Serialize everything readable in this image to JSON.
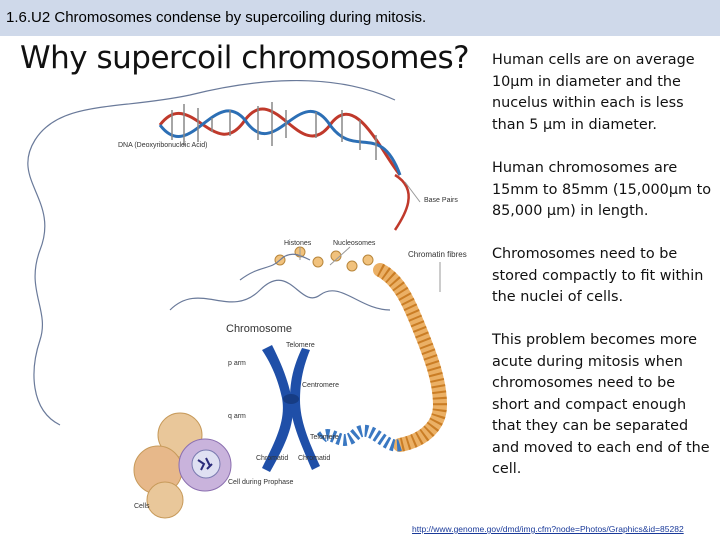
{
  "header": {
    "text": "1.6.U2 Chromosomes condense by supercoiling during mitosis."
  },
  "title": "Why supercoil chromosomes?",
  "paragraphs": [
    "Human cells are on average 10μm in diameter and the nucelus within each is less than 5 μm in diameter.",
    "Human chromosomes are 15mm to 85mm (15,000μm to 85,000 μm) in length.",
    "Chromosomes need to be stored compactly to fit within the nuclei of cells.",
    "This problem becomes more acute during mitosis when chromosomes need to be short and compact enough that they can be separated and moved to each end of the cell."
  ],
  "diagram_labels": {
    "dna": "DNA (Deoxyribonucleic Acid)",
    "base_pairs": "Base Pairs",
    "histones": "Histones",
    "nucleosomes": "Nucleosomes",
    "chromatin_fibres": "Chromatin fibres",
    "chromosome": "Chromosome",
    "telomere_top": "Telomere",
    "p_arm": "p arm",
    "centromere": "Centromere",
    "q_arm": "q arm",
    "telomere_bottom": "Telomere",
    "chromatid_left": "Chromatid",
    "chromatid_right": "Chromatid",
    "cell_prophase": "Cell during Prophase",
    "cells": "Cells"
  },
  "source_link": "http://www.genome.gov/dmd/img.cfm?node=Photos/Graphics&id=85282",
  "colors": {
    "header_bg": "#cfd9ea",
    "dna_red": "#c0392b",
    "dna_blue": "#2c6fb5",
    "chromosome_blue": "#1f4fa8",
    "chromatin_orange": "#e8a24a",
    "link": "#1a3a9a"
  }
}
